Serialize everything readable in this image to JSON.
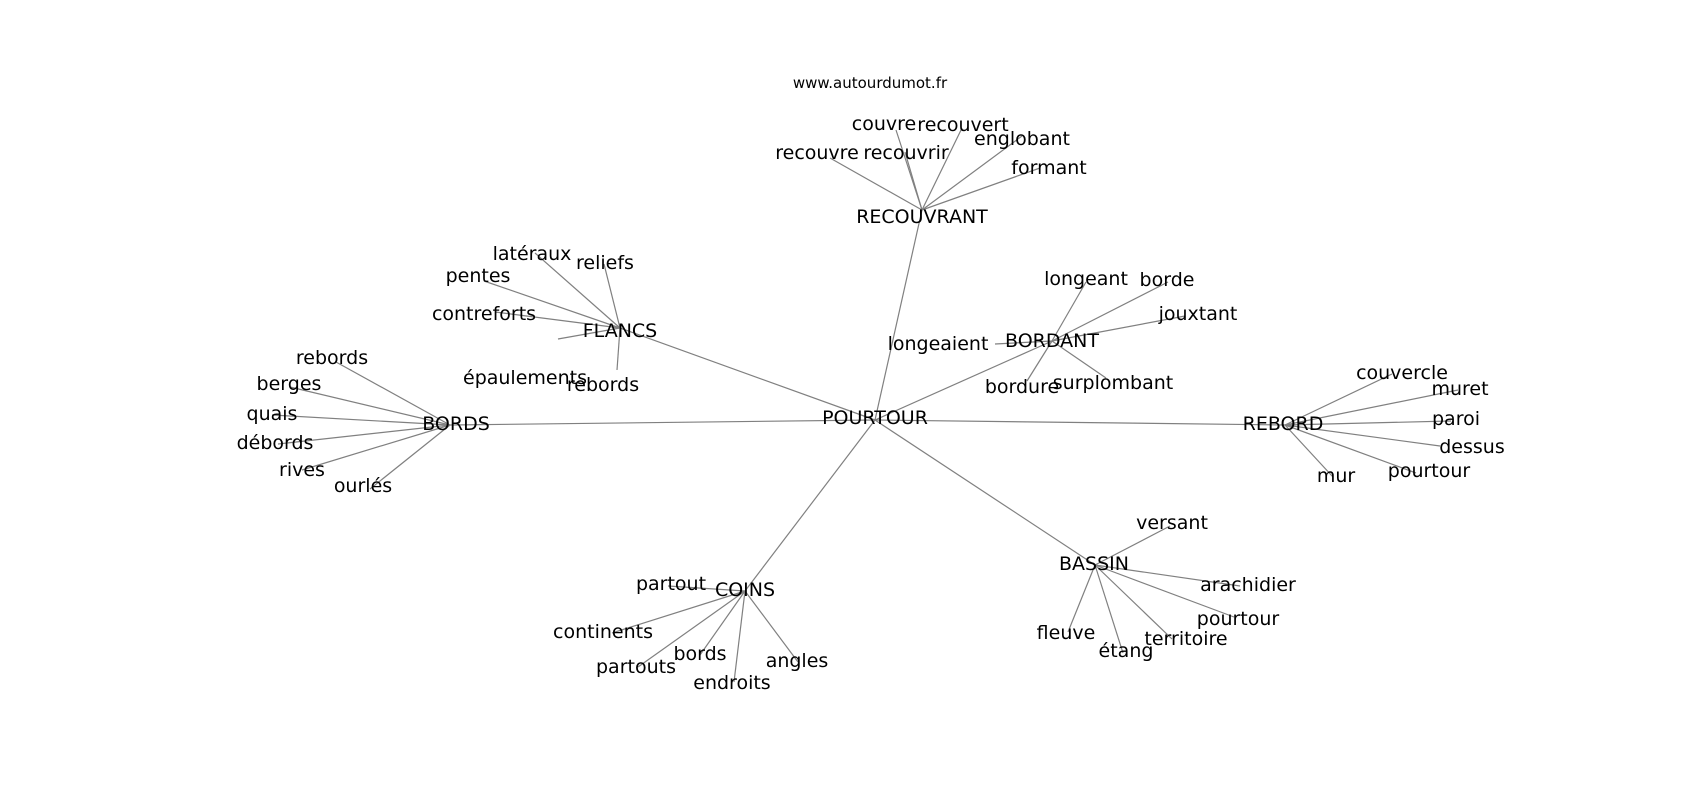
{
  "source_label": "www.autourdumot.fr",
  "colors": {
    "edge": "#808080",
    "text": "#000000",
    "background": "#ffffff"
  },
  "graph": {
    "center": "POURTOUR",
    "hubs": [
      {
        "label": "RECOUVRANT",
        "leaves": [
          "couvre",
          "recouvert",
          "englobant",
          "recouvre",
          "recouvrir",
          "formant"
        ]
      },
      {
        "label": "FLANCS",
        "leaves": [
          "latéraux",
          "reliefs",
          "pentes",
          "contreforts",
          "épaulements",
          "rebords"
        ]
      },
      {
        "label": "BORDANT",
        "leaves": [
          "longeant",
          "borde",
          "jouxtant",
          "longeaient",
          "bordure",
          "surplombant"
        ]
      },
      {
        "label": "BORDS",
        "leaves": [
          "rebords",
          "berges",
          "quais",
          "débords",
          "rives",
          "ourlés"
        ]
      },
      {
        "label": "REBORD",
        "leaves": [
          "couvercle",
          "muret",
          "paroi",
          "dessus",
          "pourtour",
          "mur"
        ]
      },
      {
        "label": "BASSIN",
        "leaves": [
          "versant",
          "arachidier",
          "pourtour",
          "territoire",
          "étang",
          "fleuve"
        ]
      },
      {
        "label": "COINS",
        "leaves": [
          "partout",
          "continents",
          "partouts",
          "bords",
          "endroits",
          "angles"
        ]
      }
    ]
  }
}
